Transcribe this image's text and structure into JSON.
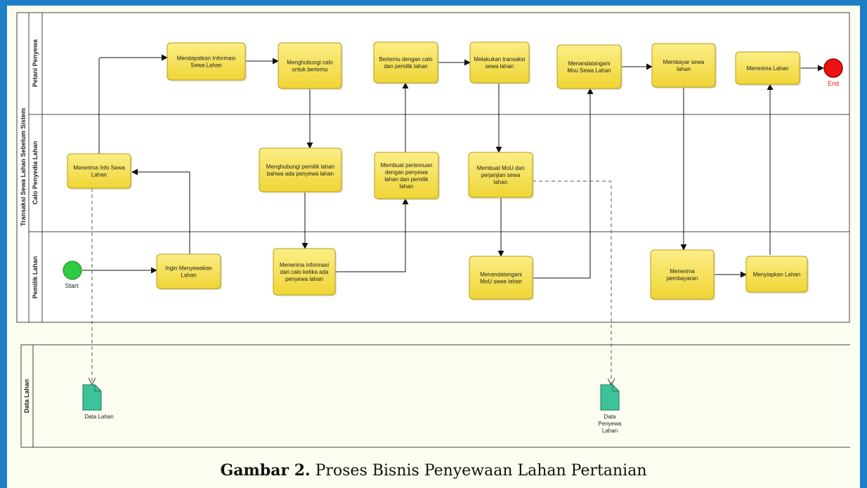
{
  "pool": {
    "title": "Transaksi Sewa Lahan Sebelum Sistem",
    "lanes": [
      "Petani Penyewa",
      "Calo Penyedia Lahan",
      "Pemilik Lahan"
    ]
  },
  "data_pool": {
    "title": "Data Lahan"
  },
  "events": {
    "start": "Start",
    "end": "End"
  },
  "tasks": {
    "t1": [
      "Mendapatkan Informasi",
      "Sewa Lahan"
    ],
    "t2": [
      "Menghubungi calo",
      "untuk bertemu"
    ],
    "t3": [
      "Bertemu dengan calo",
      "dan pemilik lahan"
    ],
    "t4": [
      "Melakukan transaksi",
      "sewa lahan"
    ],
    "t5": [
      "Menandatangani",
      "Mou Sewa Lahan"
    ],
    "t6": [
      "Membayar sewa",
      "lahan"
    ],
    "t7": [
      "Menerima Lahan"
    ],
    "c1": [
      "Menerima Info Sewa",
      "Lahan"
    ],
    "c2": [
      "Menghubungi pemilik lahan",
      "bahwa ada penyewa lahan"
    ],
    "c3": [
      "Membuat pertemuan",
      "dengan penyewa",
      "lahan dan pemilik",
      "lahan"
    ],
    "c4": [
      "Membuat  MoU dan",
      "perjanjian sewa",
      "lahan"
    ],
    "p1": [
      "Ingin Menyewakan",
      "Lahan"
    ],
    "p2": [
      "Menerima informasi",
      "dari calo ketika ada",
      "penyewa lahan"
    ],
    "p3": [
      "Menandatangani",
      "MoU sewa lahan"
    ],
    "p4": [
      "Menerima",
      "pembayaran"
    ],
    "p5": [
      "Menyiapkan Lahan"
    ]
  },
  "data_objects": {
    "d1": [
      "Data Lahan"
    ],
    "d2": [
      "Data",
      "Penyewa",
      "Lahan"
    ]
  },
  "caption": {
    "bold": "Gambar 2.",
    "text": " Proses Bisnis Penyewaan Lahan Pertanian"
  },
  "colors": {
    "task_fill": "#f6e04a",
    "task_stroke": "#b89c18",
    "start": "#2ecc40",
    "end": "#ee1111",
    "data": "#3dc29a",
    "border": "#1f7fc6"
  }
}
